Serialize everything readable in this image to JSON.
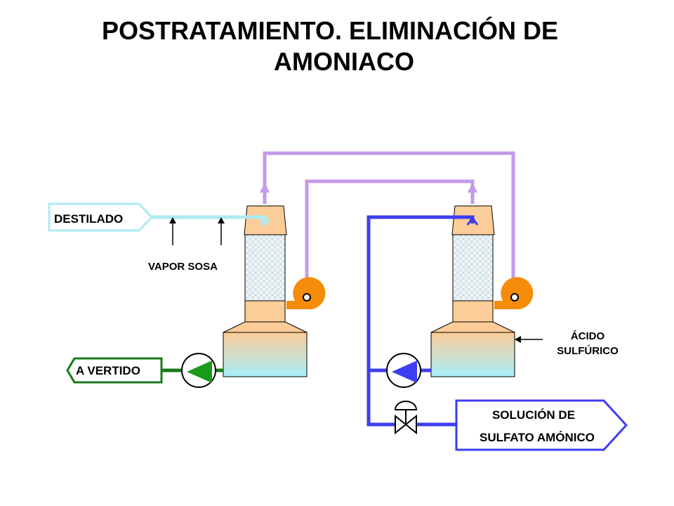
{
  "title": {
    "line1": "POSTRATAMIENTO. ELIMINACIÓN DE",
    "line2": "AMONIACO"
  },
  "labels": {
    "destilado": "DESTILADO",
    "vapor_sosa": "VAPOR SOSA",
    "a_vertido": "A VERTIDO",
    "acido_line1": "ÁCIDO",
    "acido_line2": "SULFÚRICO",
    "solucion_line1": "SOLUCIÓN DE",
    "solucion_line2": "SULFATO AMÓNICO"
  },
  "colors": {
    "air_loop": "#c49ae8",
    "distillate": "#aeeaf2",
    "drain": "#1a7a1a",
    "acid_loop": "#3d3df2",
    "column": "#fccc99",
    "packing": "#d8e8ee",
    "fan": "#f58c0a"
  }
}
